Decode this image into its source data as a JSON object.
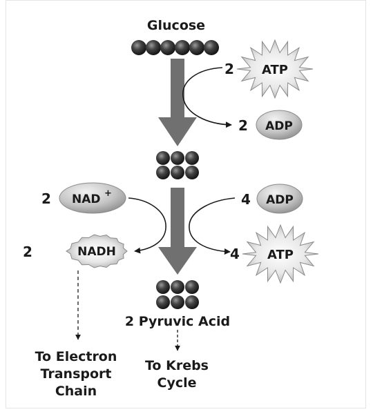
{
  "labels": {
    "glucose": "Glucose",
    "atp_top_count": "2",
    "atp_top": "ATP",
    "adp_top_count": "2",
    "adp_top": "ADP",
    "nad_count": "2",
    "nad": "NAD",
    "nad_sup": "+",
    "nadh_count": "2",
    "nadh": "NADH",
    "adp_bottom_count": "4",
    "adp_bottom": "ADP",
    "atp_bottom_count": "4",
    "atp_bottom": "ATP",
    "pyruvic_acid": "2 Pyruvic Acid",
    "electron_transport_line1": "To Electron",
    "electron_transport_line2": "Transport",
    "electron_transport_line3": "Chain",
    "krebs_line1": "To Krebs",
    "krebs_line2": "Cycle"
  },
  "colors": {
    "arrow": "#707070",
    "text": "#1a1a1a",
    "molecule": "#3a3a3a"
  }
}
